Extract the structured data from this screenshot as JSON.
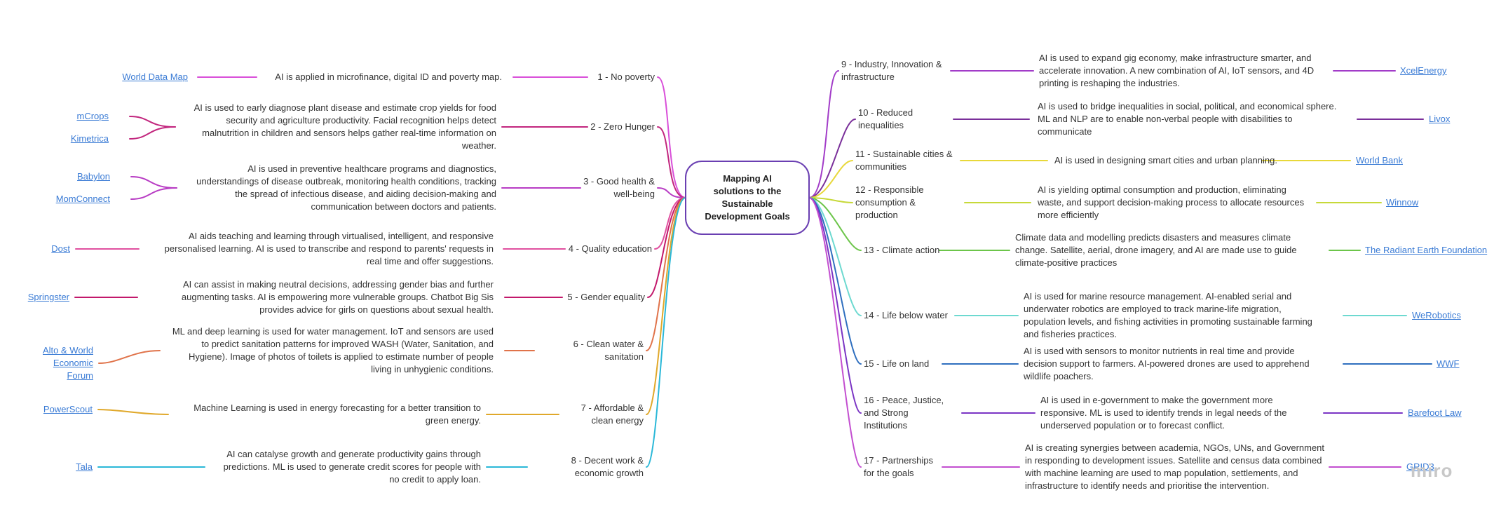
{
  "central": {
    "lines": [
      "Mapping AI",
      "solutions to the",
      "Sustainable",
      "Development Goals"
    ]
  },
  "watermark": "miro",
  "left": [
    {
      "label": [
        "1 - No poverty"
      ],
      "desc": [
        "AI is applied in microfinance, digital ID and poverty map."
      ],
      "links": [
        "World Data Map"
      ],
      "color": "#d94fd9"
    },
    {
      "label": [
        "2 - Zero Hunger"
      ],
      "desc": [
        "AI is used to early diagnose plant disease and estimate crop yields for food",
        "security and agriculture productivity. Facial recognition helps detect",
        "malnutrition in children and sensors helps gather real-time information on",
        "weather."
      ],
      "links": [
        "mCrops",
        "Kimetrica"
      ],
      "color": "#c2267e"
    },
    {
      "label": [
        "3 - Good health &",
        "well-being"
      ],
      "desc": [
        "AI is used in preventive healthcare programs and diagnostics,",
        "understandings of disease outbreak, monitoring health conditions, tracking",
        "the spread of infectious disease, and aiding decision-making and",
        "communication between doctors and patients."
      ],
      "links": [
        "Babylon",
        "MomConnect"
      ],
      "color": "#b83cc4"
    },
    {
      "label": [
        "4 - Quality education"
      ],
      "desc": [
        "AI aids teaching and learning through virtualised, intelligent, and responsive",
        "personalised learning. AI is used to transcribe and respond to parents' requests in",
        "real time and offer suggestions."
      ],
      "links": [
        "Dost"
      ],
      "color": "#e0509f"
    },
    {
      "label": [
        "5 - Gender equality"
      ],
      "desc": [
        "AI can assist in making neutral decisions, addressing gender bias and further",
        "augmenting tasks. AI is empowering more vulnerable groups. Chatbot Big Sis",
        "provides advice for girls on questions about sexual health."
      ],
      "links": [
        "Springster"
      ],
      "color": "#c2186b"
    },
    {
      "label": [
        "6 - Clean water &",
        "sanitation"
      ],
      "desc": [
        "ML and deep learning is used for water management. IoT and sensors are used",
        "to predict sanitation patterns for improved WASH (Water, Sanitation, and",
        "Hygiene). Image of photos of toilets is applied to estimate number of people",
        "living in unhygienic conditions."
      ],
      "links": [
        "Alto & World ",
        "Economic ",
        "Forum"
      ],
      "color": "#e0734a"
    },
    {
      "label": [
        "7 - Affordable &",
        "clean energy"
      ],
      "desc": [
        "Machine Learning is used in energy forecasting for a better transition to",
        "green energy."
      ],
      "links": [
        "PowerScout"
      ],
      "color": "#e0a82a"
    },
    {
      "label": [
        "8 - Decent work &",
        "economic growth"
      ],
      "desc": [
        "AI can catalyse growth and generate productivity gains through",
        "predictions. ML is used to generate credit scores for people with",
        "no credit to apply loan."
      ],
      "links": [
        "Tala"
      ],
      "color": "#2ab8d8"
    }
  ],
  "right": [
    {
      "label": [
        "9 - Industry, Innovation &",
        "infrastructure"
      ],
      "desc": [
        "AI is used to expand gig economy, make infrastructure smarter, and",
        "accelerate innovation. A new combination of AI, IoT sensors, and 4D",
        "printing is reshaping the industries."
      ],
      "links": [
        "XcelEnergy"
      ],
      "color": "#a23cc8"
    },
    {
      "label": [
        "10 - Reduced",
        "inequalities"
      ],
      "desc": [
        "AI is used to bridge inequalities in social, political, and economical sphere.",
        "ML and NLP are to enable non-verbal people with disabilities to",
        "communicate"
      ],
      "links": [
        "Livox"
      ],
      "color": "#7a2f9a"
    },
    {
      "label": [
        "11 - Sustainable cities &",
        "communities"
      ],
      "desc": [
        "AI is used in designing smart cities and urban planning."
      ],
      "links": [
        "World Bank"
      ],
      "color": "#e8d83a"
    },
    {
      "label": [
        "12 - Responsible",
        "consumption &",
        "production"
      ],
      "desc": [
        "AI is yielding optimal consumption and production, eliminating",
        "waste, and support decision-making process to allocate resources",
        "more efficiently"
      ],
      "links": [
        "Winnow"
      ],
      "color": "#c7d93a"
    },
    {
      "label": [
        "13 - Climate action"
      ],
      "desc": [
        "Climate data and modelling predicts disasters and measures climate",
        "change. Satellite, aerial, drone imagery, and AI are made use to guide",
        "climate-positive practices"
      ],
      "links": [
        "The Radiant Earth Foundation"
      ],
      "color": "#6cc54a"
    },
    {
      "label": [
        "14 - Life below water"
      ],
      "desc": [
        "AI is used for marine resource management. AI-enabled serial and",
        "underwater robotics are employed to track marine-life migration,",
        "population levels, and fishing activities in promoting sustainable farming",
        "and fisheries practices."
      ],
      "links": [
        "WeRobotics"
      ],
      "color": "#6dd9d0"
    },
    {
      "label": [
        "15 - Life on land"
      ],
      "desc": [
        "AI is used with sensors to monitor nutrients in real time and provide",
        "decision support to farmers. AI-powered drones are used to apprehend",
        "wildlife poachers."
      ],
      "links": [
        "WWF"
      ],
      "color": "#2f6fbf"
    },
    {
      "label": [
        "16 - Peace, Justice,",
        "and Strong",
        "Institutions"
      ],
      "desc": [
        "AI is used in e-government to make the government more",
        "responsive. ML is used to identify trends in legal needs of the",
        "underserved population or to forecast conflict."
      ],
      "links": [
        "Barefoot Law"
      ],
      "color": "#7b35c4"
    },
    {
      "label": [
        "17 - Partnerships",
        "for the goals"
      ],
      "desc": [
        "AI is creating synergies between academia, NGOs, UNs, and Government",
        "in responding to development issues. Satellite and census data combined",
        "with machine learning are used to map population, settlements, and",
        "infrastructure to identify needs and prioritise the intervention."
      ],
      "links": [
        "GRID3"
      ],
      "color": "#c34fd0"
    }
  ]
}
